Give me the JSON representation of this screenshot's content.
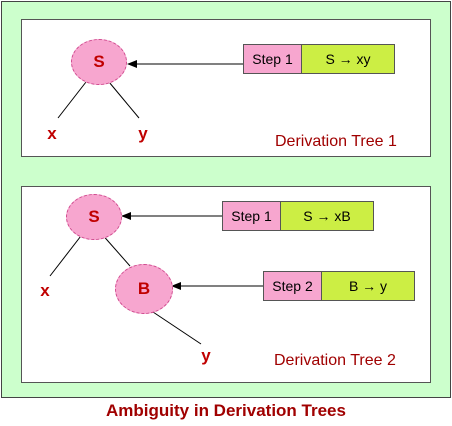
{
  "tree1": {
    "root": "S",
    "leaf_left": "x",
    "leaf_right": "y",
    "caption": "Derivation Tree 1",
    "steps": [
      {
        "label": "Step 1",
        "rule": "S → xy"
      }
    ]
  },
  "tree2": {
    "root": "S",
    "inner": "B",
    "leaf_left": "x",
    "leaf_bottom": "y",
    "caption": "Derivation Tree 2",
    "steps": [
      {
        "label": "Step 1",
        "rule": "S → xB"
      },
      {
        "label": "Step 2",
        "rule": "B → y"
      }
    ]
  },
  "title": "Ambiguity in Derivation Trees",
  "colors": {
    "background": "#ccffcc",
    "node_fill": "#f7a6cf",
    "rule_fill": "#ccee44",
    "text_accent": "#c00000"
  }
}
